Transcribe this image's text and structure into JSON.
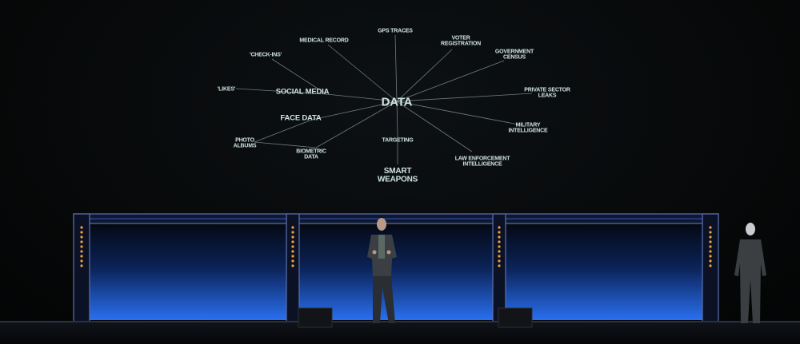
{
  "diagram": {
    "center": "DATA",
    "nodes": {
      "gps": [
        "GPS TRACES"
      ],
      "medical": [
        "MEDICAL RECORD"
      ],
      "voter": [
        "VOTER",
        "REGISTRATION"
      ],
      "census": [
        "GOVERNMENT",
        "CENSUS"
      ],
      "checkins": [
        "'CHECK-INS'"
      ],
      "likes": [
        "'LIKES'"
      ],
      "social": [
        "SOCIAL MEDIA"
      ],
      "private": [
        "PRIVATE SECTOR",
        "LEAKS"
      ],
      "face": [
        "FACE DATA"
      ],
      "military": [
        "MILITARY",
        "INTELLIGENCE"
      ],
      "photo": [
        "PHOTO",
        "ALBUMS"
      ],
      "targeting": [
        "TARGETING"
      ],
      "biometric": [
        "BIOMETRIC",
        "DATA"
      ],
      "law": [
        "LAW ENFORCEMENT",
        "INTELLIGENCE"
      ],
      "smart": [
        "SMART",
        "WEAPONS"
      ]
    }
  },
  "colors": {
    "text": "#cfe3df",
    "screen_blue": "#1f5fd0",
    "truss": "#3a4a80"
  }
}
